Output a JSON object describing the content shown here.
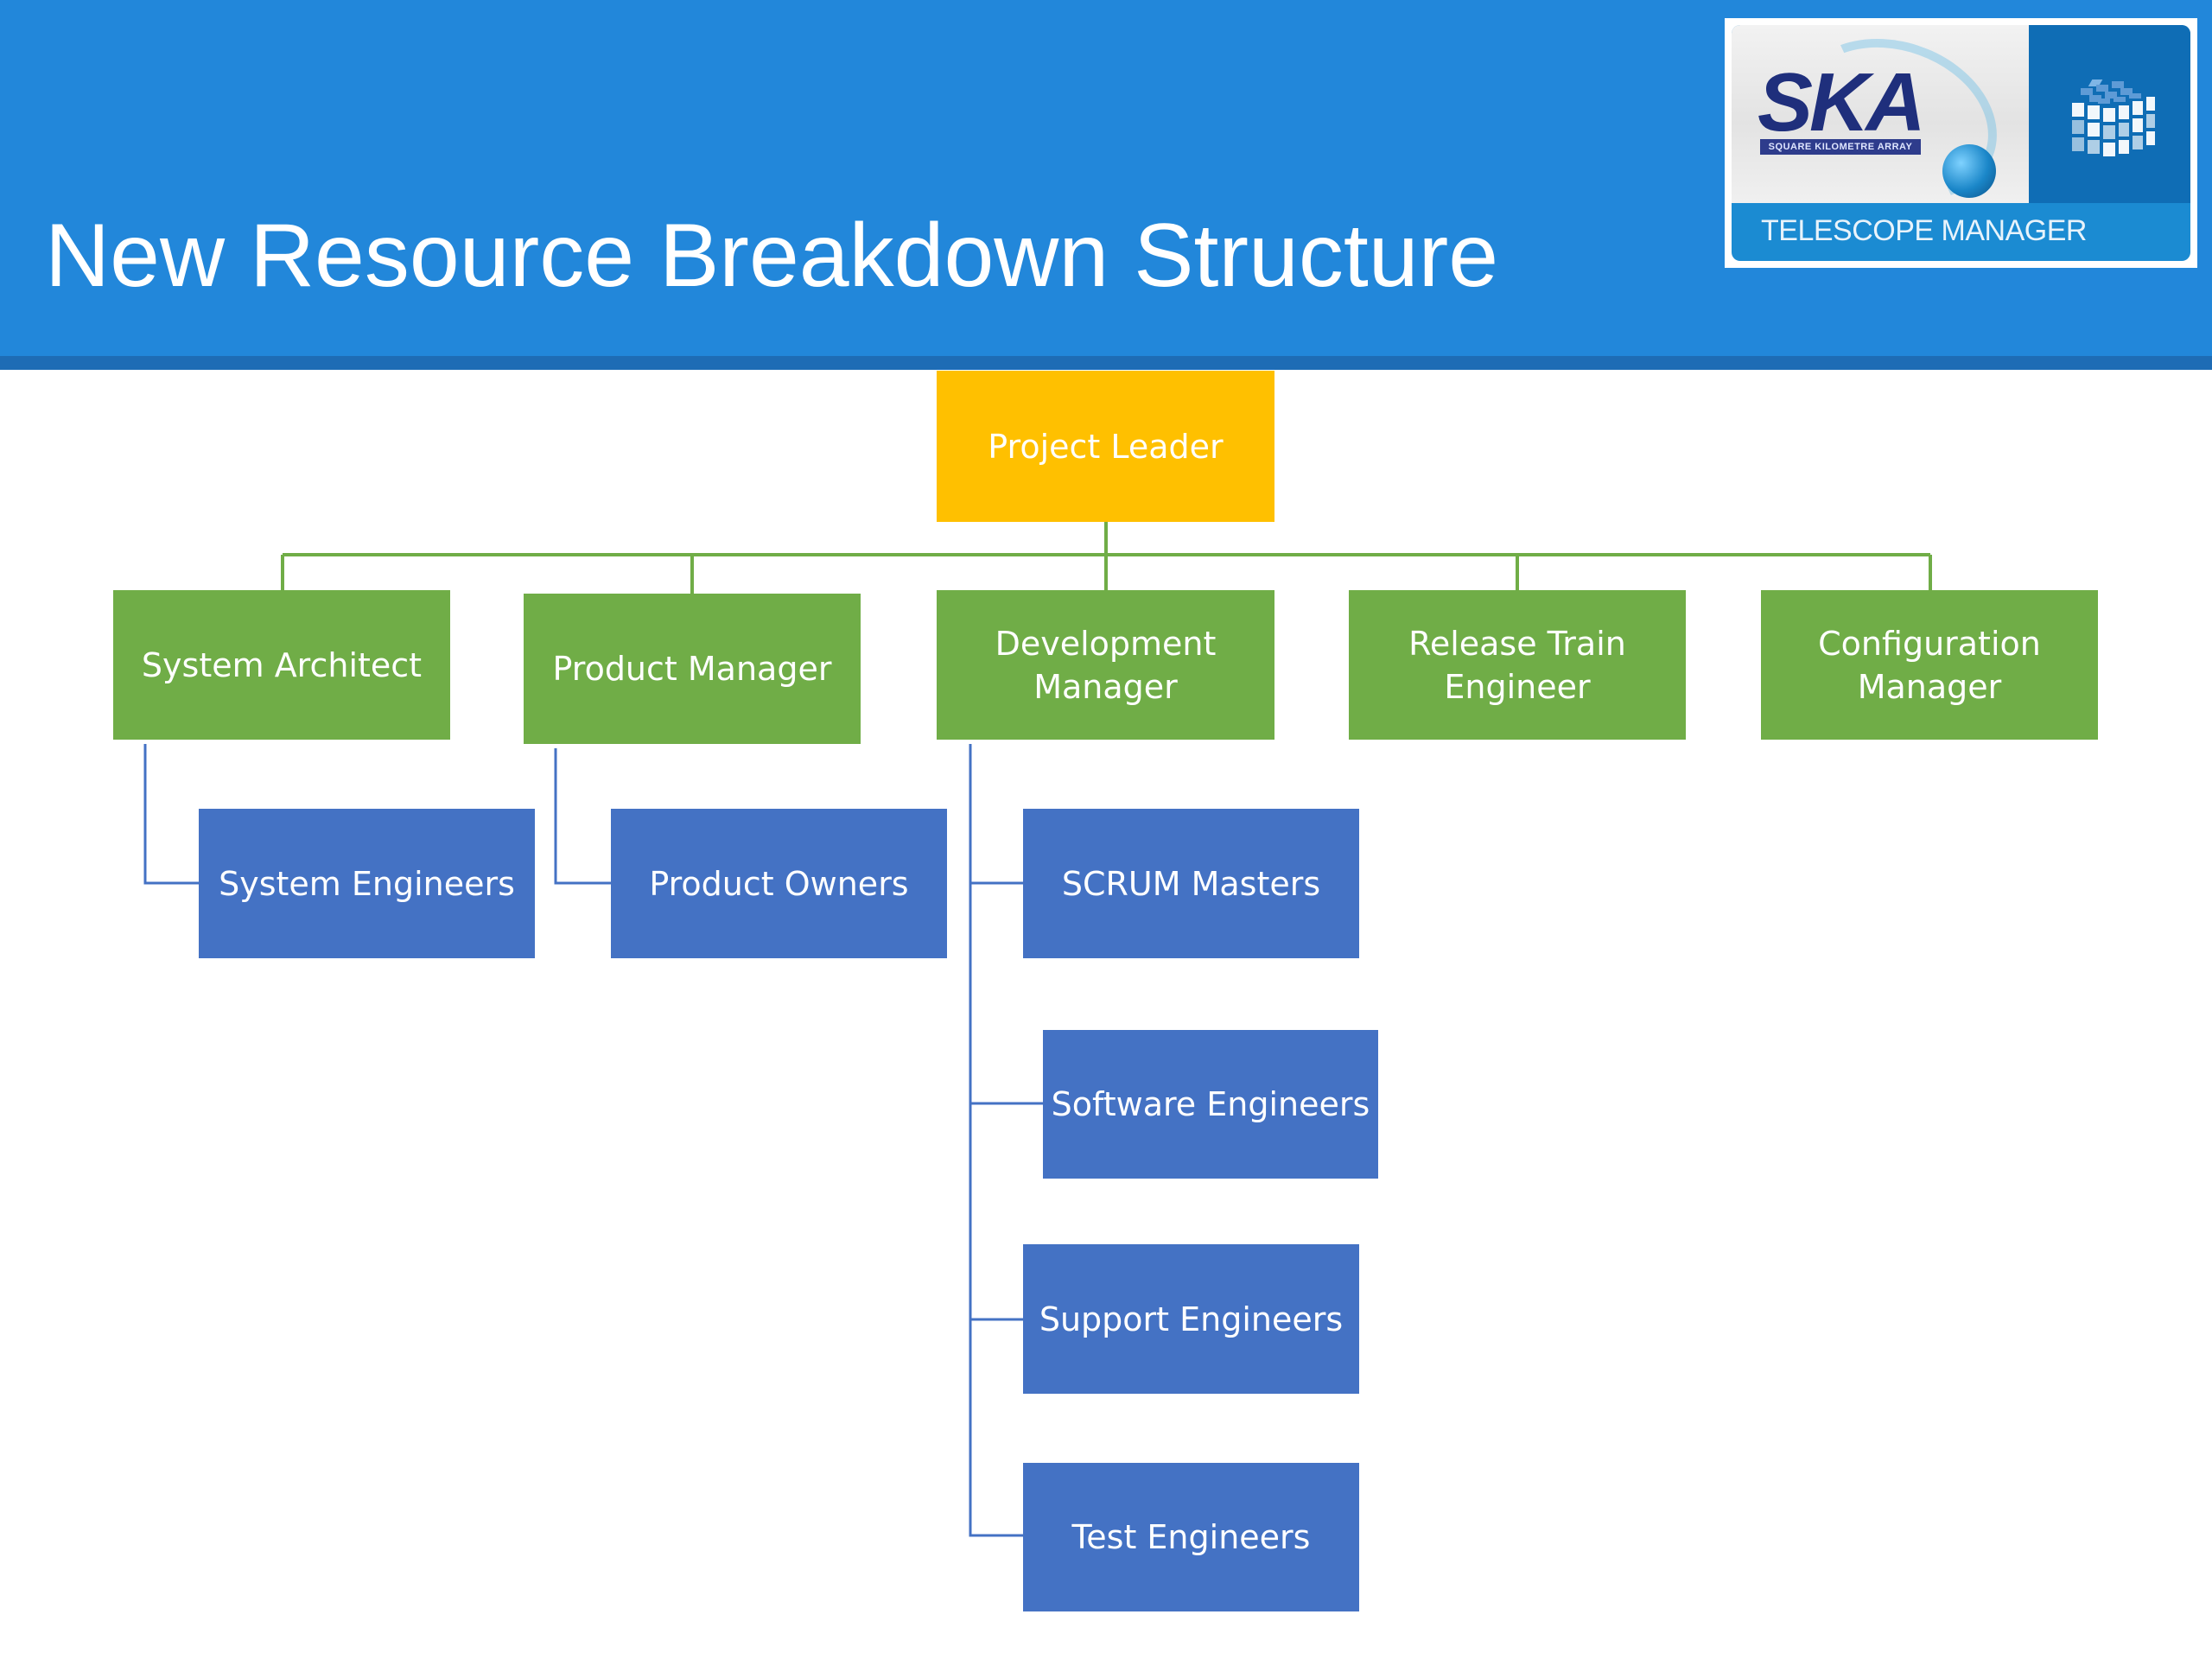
{
  "header": {
    "title": "New Resource Breakdown Structure",
    "background_color": "#2287DA"
  },
  "logo": {
    "brand": "SKA",
    "brand_subtitle": "SQUARE KILOMETRE ARRAY",
    "caption": "TELESCOPE MANAGER",
    "icon": "cube-grid-icon"
  },
  "colors": {
    "lead": "#FFC000",
    "manager": "#70AD47",
    "team": "#4472C4",
    "lead_connector": "#70AD47",
    "team_connector": "#4472C4"
  },
  "org_chart": {
    "root": {
      "label": "Project Leader"
    },
    "managers": [
      {
        "label": "System Architect",
        "reports": [
          {
            "label": "System Engineers"
          }
        ]
      },
      {
        "label": "Product Manager",
        "reports": [
          {
            "label": "Product Owners"
          }
        ]
      },
      {
        "label": "Development Manager",
        "reports": [
          {
            "label": "SCRUM Masters"
          },
          {
            "label": "Software Engineers"
          },
          {
            "label": "Support Engineers"
          },
          {
            "label": "Test Engineers"
          }
        ]
      },
      {
        "label": "Release Train Engineer",
        "reports": []
      },
      {
        "label": "Configuration Manager",
        "reports": []
      }
    ]
  }
}
